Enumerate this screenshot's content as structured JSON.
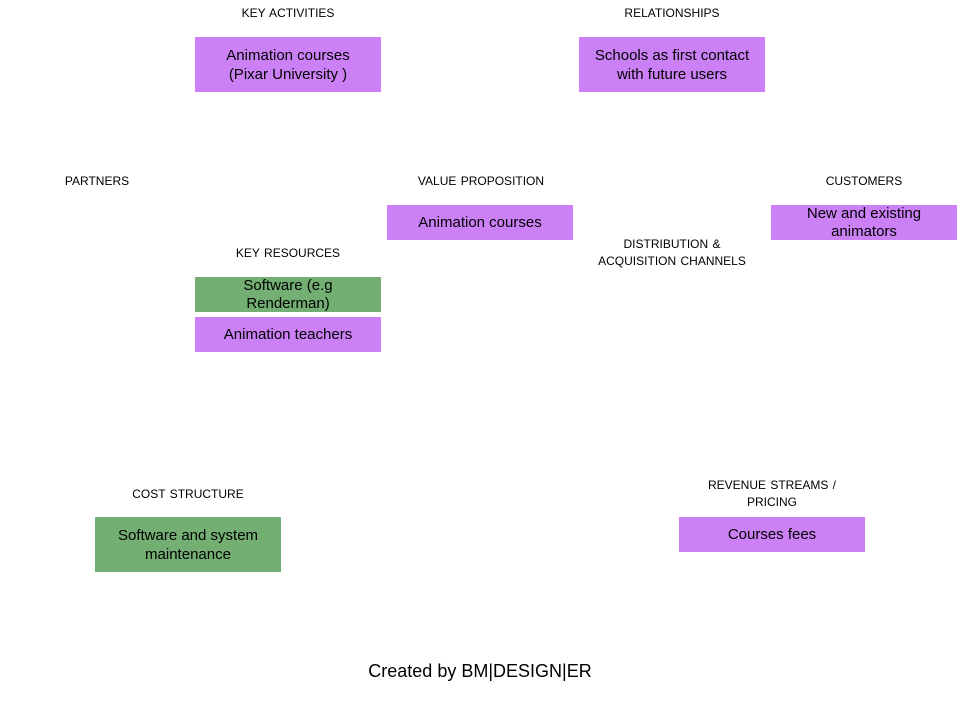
{
  "colors": {
    "purple_box": "#cc80f6",
    "green_box": "#73af73",
    "background": "#ffffff"
  },
  "sections": {
    "key_activities": "KEY ACTIVITIES",
    "relationships": "RELATIONSHIPS",
    "partners": "PARTNERS",
    "value_proposition": "VALUE PROPOSITION",
    "customers": "CUSTOMERS",
    "key_resources": "KEY RESOURCES",
    "distribution": "DISTRIBUTION  &\nACQUISITION  CHANNELS",
    "cost_structure": "COST  STRUCTURE",
    "revenue_streams": "REVENUE  STREAMS  /\nPRICING"
  },
  "boxes": {
    "key_activities_1": "Animation courses\n(Pixar University )",
    "relationships_1": "Schools as first contact\nwith future users",
    "value_proposition_1": "Animation courses",
    "customers_1": "New and existing\nanimators",
    "key_resources_1": "Software (e.g\nRenderman)",
    "key_resources_2": "Animation teachers",
    "cost_structure_1": "Software and system\nmaintenance",
    "revenue_streams_1": "Courses fees"
  },
  "footer": "Created by BM|DESIGN|ER"
}
